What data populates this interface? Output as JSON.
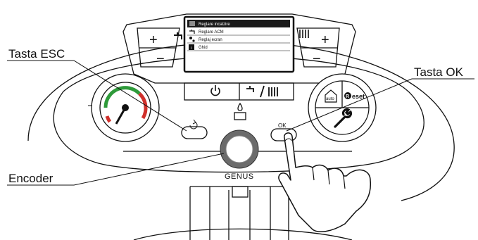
{
  "labels": {
    "esc_key": "Tasta ESC",
    "ok_key": "Tasta OK",
    "encoder": "Encoder"
  },
  "display_menu": [
    {
      "label": "Reglare incalzire",
      "icon": "radiator-icon",
      "selected": true
    },
    {
      "label": "Reglare ACM",
      "icon": "tap-icon",
      "selected": false
    },
    {
      "label": "Reglaj ecran",
      "icon": "settings-icon",
      "selected": false
    },
    {
      "label": "Ghid",
      "icon": "info-icon",
      "selected": false
    }
  ],
  "buttons": {
    "ok": "OK",
    "brand": "GENUS",
    "auto": "auto",
    "reset": "eset",
    "reset_r": "R",
    "plus": "+",
    "minus": "−"
  },
  "colors": {
    "gauge_green": "#2e9a3a",
    "gauge_red": "#d0302b",
    "screen_highlight": "#1a1a1a"
  }
}
